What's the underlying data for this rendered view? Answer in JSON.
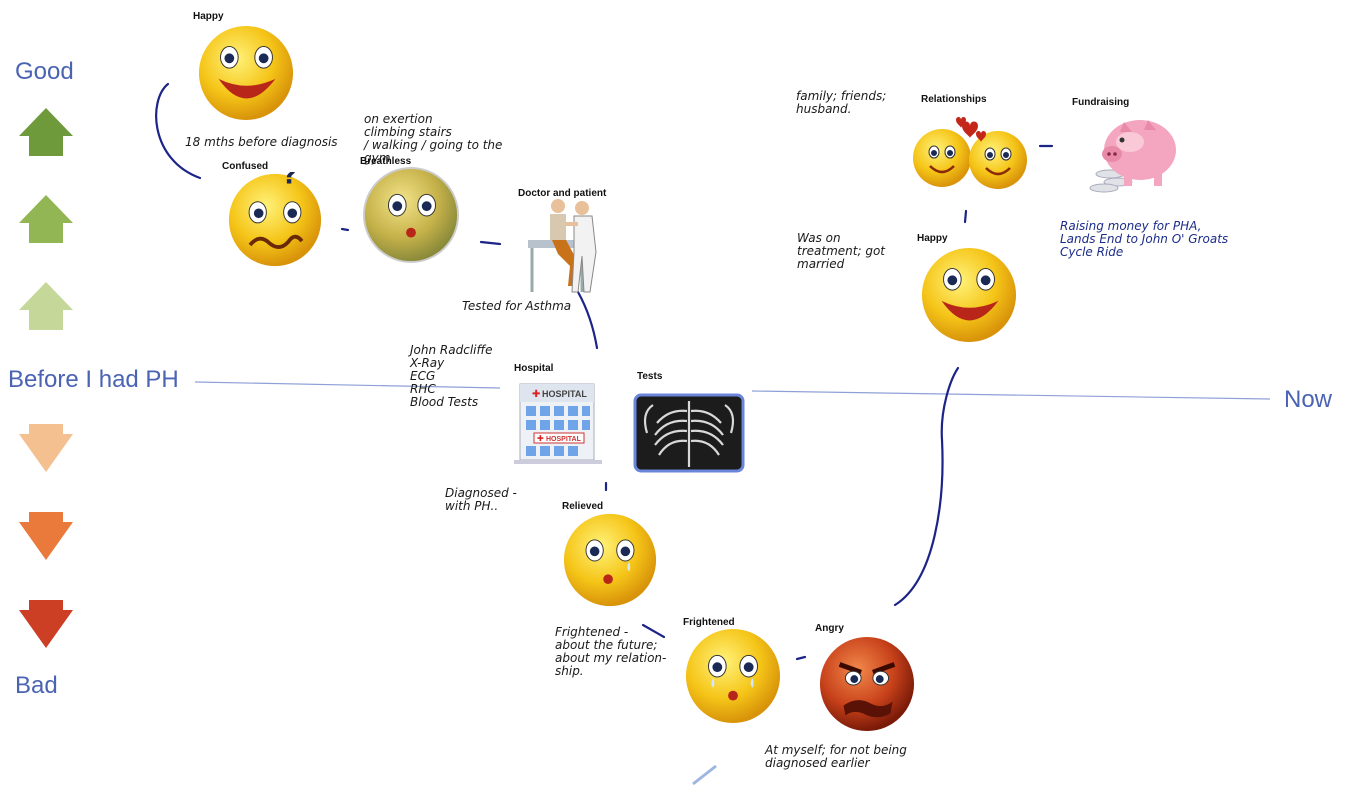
{
  "scale": {
    "top": "Good",
    "bottom": "Bad"
  },
  "axis": {
    "left": "Before I had PH",
    "right": "Now"
  },
  "captions": {
    "happy1": "Happy",
    "confused": "Confused",
    "breathless": "Breathless",
    "doctor": "Doctor and patient",
    "hospital": "Hospital",
    "tests": "Tests",
    "relieved": "Relieved",
    "frightened": "Frightened",
    "angry": "Angry",
    "relationships": "Relationships",
    "fundraising": "Fundraising",
    "happy2": "Happy"
  },
  "notes": {
    "before_diagnosis": "18 mths before diagnosis",
    "exertion": "on exertion\nclimbing stairs\n/ walking / going to the\ngym",
    "asthma": "Tested for Asthma",
    "tests_list": "John Radcliffe\nX-Ray\nECG\nRHC\nBlood Tests",
    "diagnosed": "Diagnosed -\nwith PH..",
    "frightened": "Frightened -\nabout the future;\nabout my relation-\nship.",
    "angry": "At myself; for not being\ndiagnosed earlier",
    "family": "family; friends;\nhusband.",
    "treatment": "Was on\ntreatment; got\nmarried",
    "fundraising": "Raising money for PHA,\nLands End to John O' Groats\nCycle Ride"
  },
  "images": {
    "hospital_sign_1": "HOSPITAL",
    "hospital_sign_2": "HOSPITAL"
  },
  "colors": {
    "axis_text": "#4a63b3",
    "timeline": "#1c2488",
    "face_yellow": "#f5c518",
    "face_angry": "#c8421b",
    "up_dark": "#6f9a3c",
    "up_mid": "#92b653",
    "up_light": "#c5d89a",
    "down_light": "#f4c08f",
    "down_mid": "#ea7a3c",
    "down_dark": "#cc3f24"
  },
  "icons": [
    "up-arrow-icon",
    "down-arrow-icon",
    "happy-face-icon",
    "confused-face-icon",
    "breathless-face-icon",
    "relieved-face-icon",
    "frightened-face-icon",
    "angry-face-icon",
    "love-faces-icon",
    "piggy-bank-icon",
    "doctor-patient-icon",
    "hospital-icon",
    "xray-icon"
  ]
}
